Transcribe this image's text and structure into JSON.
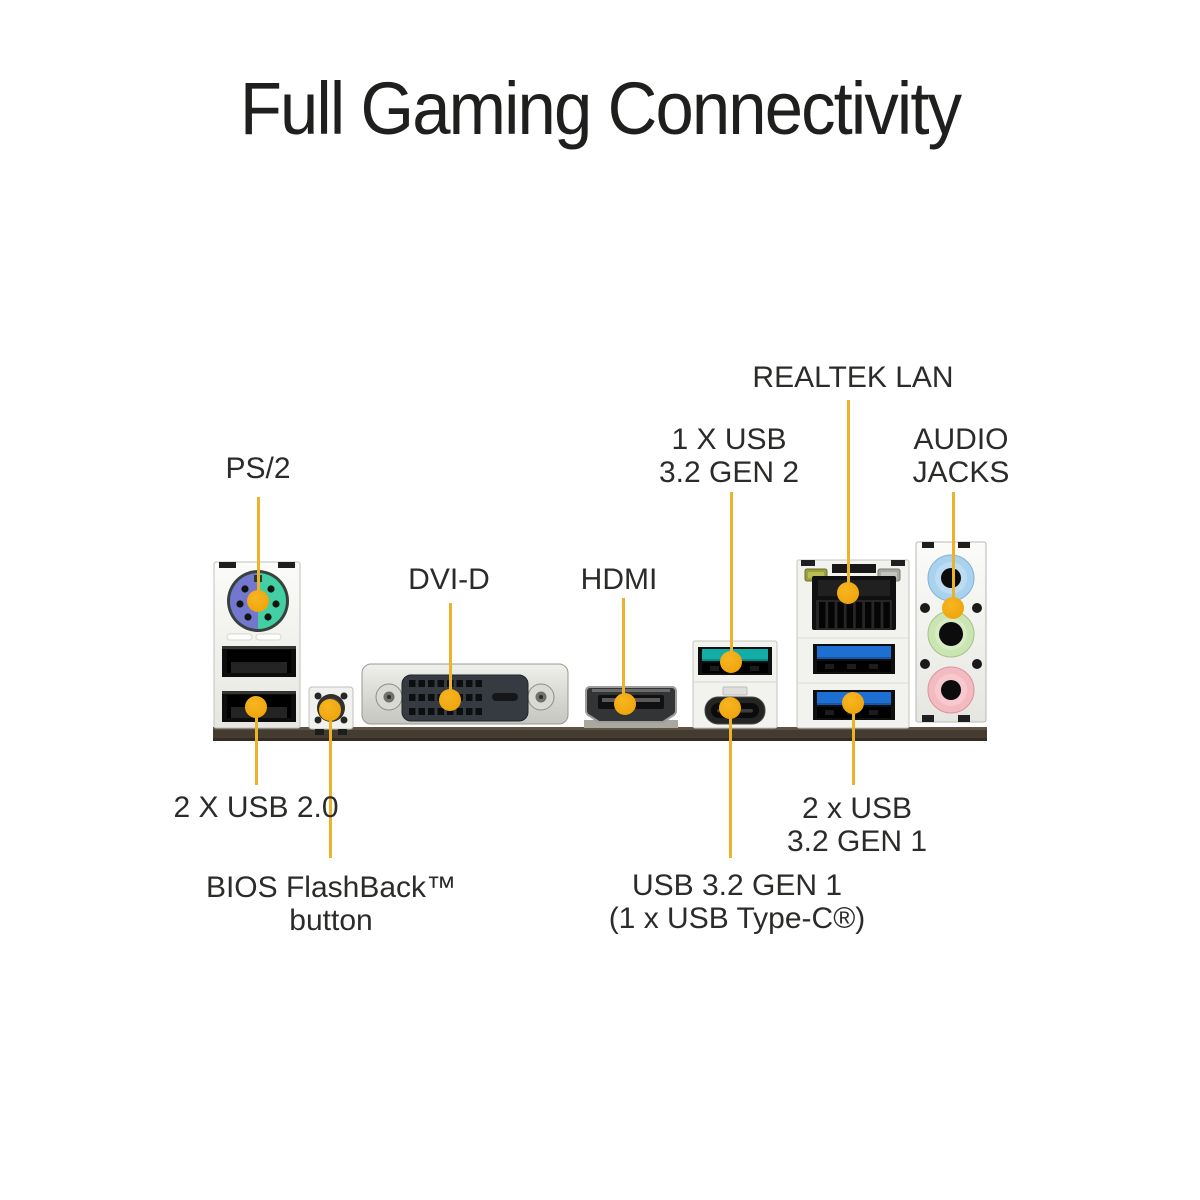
{
  "title": "Full Gaming Connectivity",
  "labels": {
    "ps2": "PS/2",
    "dvi": "DVI-D",
    "hdmi": "HDMI",
    "usb_gen2_line1": "1 X USB",
    "usb_gen2_line2": "3.2 GEN 2",
    "realtek_lan": "REALTEK LAN",
    "audio_line1": "AUDIO",
    "audio_line2": "JACKS",
    "usb20": "2 X USB 2.0",
    "bios_line1": "BIOS FlashBack™",
    "bios_line2": "button",
    "typec_line1": "USB 3.2 GEN 1",
    "typec_line2": "(1 x USB Type-C®)",
    "usb_gen1_line1": "2 x USB",
    "usb_gen1_line2": "3.2 GEN 1"
  },
  "colors": {
    "leader_line": "#ECB32A",
    "leader_dot": "#F0A50C",
    "pcb": "#453C31",
    "usb32_gen2_teal": "#12ADA6",
    "usb32_gen1_blue": "#1E6FD2",
    "ps2_purple": "#7477CE",
    "ps2_green": "#43CFA3",
    "audio_jack_blue": "#A9D2EF",
    "audio_jack_green": "#CAE4B2",
    "audio_jack_pink": "#F4BAC2"
  }
}
